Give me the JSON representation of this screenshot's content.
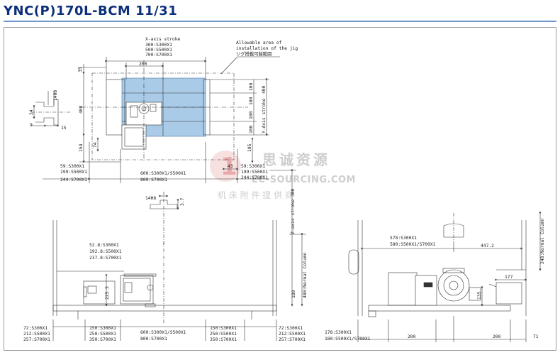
{
  "title": "YNC(P)170L-BCM 11/31",
  "colors": {
    "title": "#0b2f7a",
    "title_rule": "#6f9acb",
    "jig_area": "#a9cbe8",
    "line": "#333333",
    "watermark": "#c9c9c9",
    "watermark_logo": "#e7b3b3"
  },
  "top_view": {
    "x_stroke_label": "X-axis stroke",
    "x_stroke_values": [
      "300:S300X1",
      "500:S500X1",
      "700:S700X1"
    ],
    "jig_note_lines": [
      "Allowable area of",
      "installation of the jig",
      "ジグ搭載可能範囲"
    ],
    "dim_200": "200",
    "dim_35": "35",
    "dim_400_left": "400",
    "dim_154": "154",
    "dim_74": "74",
    "y_dims": [
      "100",
      "100",
      "100",
      "100"
    ],
    "dim_400_right": "400",
    "y_stroke_label": "Y-Axis stroke",
    "dim_105": "105",
    "dim_43": "43",
    "left_bottom_lines": [
      "59:S300X1",
      "199:S500X1",
      "244:S700X1"
    ],
    "center_bottom_lines": [
      "600:S300X1/S500X1",
      "800:S700X1"
    ],
    "right_bottom_lines": [
      "59:S300X1",
      "199:S500X1",
      "244:S700X1"
    ]
  },
  "small_detail": {
    "h8": "14H8",
    "dim_24": "24",
    "dim_9": "9",
    "dim_15": "15"
  },
  "detail_center": {
    "h8": "14H8",
    "dim_37": "3.7"
  },
  "front_view": {
    "z_stroke_label": "Z-axis stroke 300",
    "normal_column_label": "480:Normal Column",
    "dim_180": "180",
    "dim_2255": "225.5",
    "offset_lines": [
      "52.8:S300X1",
      "192.8:S500X1",
      "237.8:S700X1"
    ],
    "bottom_left": [
      "72:S300X1",
      "212:S500X1",
      "257:S700X1"
    ],
    "bottom_mid_left": [
      "150:S300X1",
      "250:S500X1",
      "350:S700X1"
    ],
    "bottom_center": [
      "600:S300X1/S500X1",
      "800:S700X1"
    ],
    "bottom_mid_right": [
      "150:S300X1",
      "250:S500X1",
      "350:S700X1"
    ],
    "bottom_right": [
      "72:S300X1",
      "212:S500X1",
      "257:S700X1"
    ]
  },
  "side_view": {
    "top_lines": [
      "578:S300X1",
      "580:S500X1/S700X1"
    ],
    "dim_4472": "447.2",
    "normal_column_label": "248:Normal Column",
    "dim_177": "177",
    "dim_135": "135",
    "bottom_left": [
      "178:S300X1",
      "180:S500X1/S700X1"
    ],
    "dim_200a": "200",
    "dim_200b": "200",
    "dim_71": "71"
  },
  "watermark": {
    "cn_main": "思诚资源",
    "en": "EC-SOURCING.COM",
    "cn_sub": "机 床 附 件 提 供 商",
    "logo": "1"
  }
}
